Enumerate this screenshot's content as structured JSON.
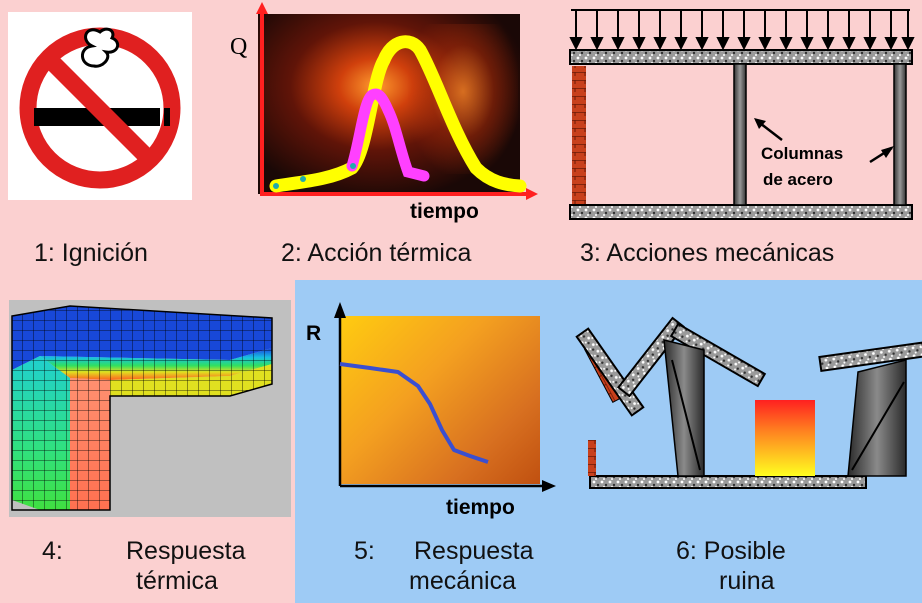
{
  "panel1": {
    "caption": "1: Ignición",
    "icon": "no-smoking-icon"
  },
  "panel2": {
    "caption": "2: Acción térmica",
    "y_label": "Q",
    "x_label": "tiempo"
  },
  "panel3": {
    "caption": "3: Acciones mecánicas",
    "annotation_line1": "Columnas",
    "annotation_line2": "de acero"
  },
  "panel4": {
    "caption_num": "4:",
    "caption_word1": "Respuesta",
    "caption_word2": "térmica"
  },
  "panel5": {
    "caption_num": "5:",
    "caption_word1": "Respuesta",
    "caption_word2": "mecánica",
    "y_label": "R",
    "x_label": "tiempo"
  },
  "panel6": {
    "caption_line1": "6: Posible",
    "caption_line2": "ruina"
  },
  "colors": {
    "pink_bg": "#fbd0d0",
    "blue_bg": "#9ecbf5",
    "no_smoking_red": "#e02020",
    "curve_yellow": "#ffff00",
    "curve_magenta": "#ff40ff",
    "resistance_curve": "#3a4fd0"
  }
}
